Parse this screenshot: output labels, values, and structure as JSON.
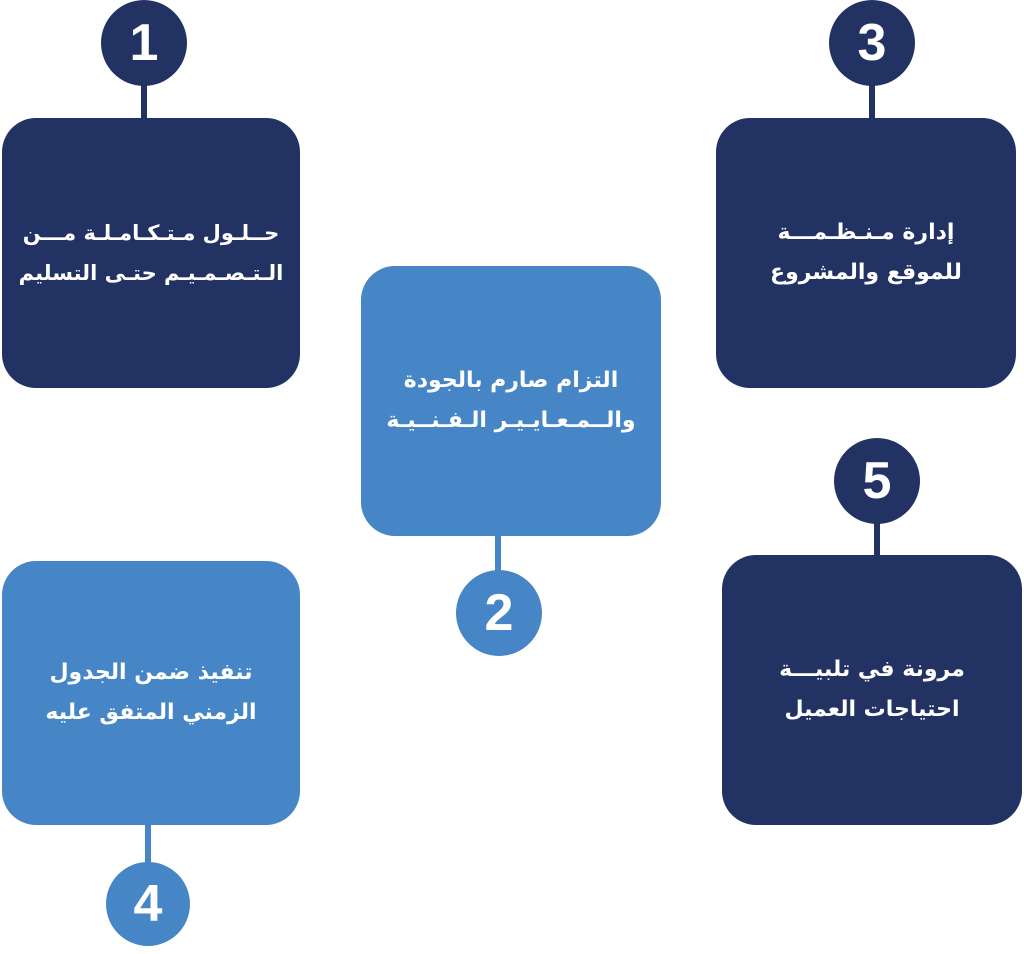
{
  "colors": {
    "dark": "#213263",
    "light": "#4786c6",
    "background": "#ffffff",
    "text": "#ffffff"
  },
  "steps": [
    {
      "number": "1",
      "tone": "dark",
      "lines": [
        "حــلـول مـتـكـامـلـة مـــن",
        "الـتـصـمـيـم حتـى التسليم"
      ]
    },
    {
      "number": "2",
      "tone": "light",
      "lines": [
        "التزام صارم بالجودة",
        "والــمـعـايـيـر الـفـنــيـة"
      ]
    },
    {
      "number": "3",
      "tone": "dark",
      "lines": [
        "إدارة مـنـظـمـــة",
        "للموقع والمشروع"
      ]
    },
    {
      "number": "4",
      "tone": "light",
      "lines": [
        "تنفيذ ضمن الجدول",
        "الزمني المتفق عليه"
      ]
    },
    {
      "number": "5",
      "tone": "dark",
      "lines": [
        "مرونة في تلبيـــة",
        "احتياجات العميل"
      ]
    }
  ]
}
